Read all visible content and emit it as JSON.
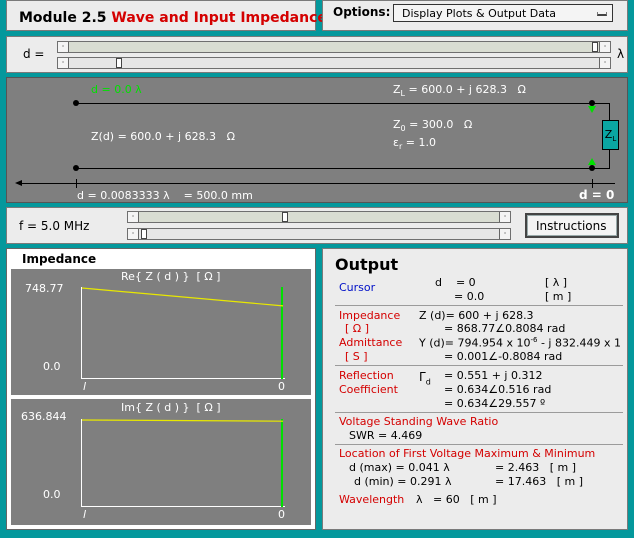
{
  "module": {
    "number": "Module 2.5",
    "title": "Wave and Input Impedance"
  },
  "options": {
    "label": "Options:",
    "selected": "Display Plots & Output Data"
  },
  "d_slider": {
    "label": "d =",
    "unit": "λ"
  },
  "line": {
    "cursor_d": "d = 0.0 λ",
    "zl": "Z",
    "zl_sub": "L",
    "zl_value": " =  600.0 + j 628.3",
    "zl_ohm": "Ω",
    "zd": "Z(d) =  600.0 + j 628.3",
    "zd_ohm": "Ω",
    "z0": "Z",
    "z0_sub": "0",
    "z0_value": " =  300.0",
    "z0_ohm": "Ω",
    "er": "ε",
    "er_sub": "r",
    "er_value": " =  1.0",
    "d_bottom": "d = 0.0083333 λ    = 500.0 mm",
    "d_zero": "d = 0",
    "load_label": "Z",
    "load_sub": "L"
  },
  "f_slider": {
    "label": "f = 5.0 MHz"
  },
  "instructions": {
    "label": "Instructions"
  },
  "impedance": {
    "title": "Impedance",
    "re_title": "Re{ Z ( d ) }  [ Ω ]",
    "re_max": "748.77",
    "re_min": "0.0",
    "im_title": "Im{ Z ( d ) }  [ Ω ]",
    "im_max": "636.844",
    "im_min": "0.0",
    "x_left": "l",
    "x_right": "0"
  },
  "output": {
    "title": "Output",
    "cursor_label": "Cursor",
    "d_line1": "d    = 0",
    "d_unit1": "[ λ ]",
    "d_line2": "= 0.0",
    "d_unit2": "[ m ]",
    "impedance_label": "Impedance",
    "impedance_unit": "[ Ω ]",
    "admittance_label": "Admittance",
    "admittance_unit": "[ S ]",
    "z_line1": "Z (d)= 600 + j 628.3",
    "z_line2": "= 868.77∠0.8084 rad",
    "y_line1": "Y (d)= 794.954 x 10",
    "y_exp": "-6",
    "y_line1b": " - j 832.449 x 1",
    "y_line2": "= 0.001∠-0.8084 rad",
    "refl_label1": "Reflection",
    "refl_label2": "Coefficient",
    "gamma": "Γ",
    "gamma_sub": "d",
    "g_line1": "= 0.551 + j 0.312",
    "g_line2": "= 0.634∠0.516 rad",
    "g_line3": "= 0.634∠29.557 º",
    "vswr_label": "Voltage Standing Wave Ratio",
    "swr": "SWR = 4.469",
    "loc_label": "Location of First Voltage Maximum & Minimum",
    "dmax": "d (max) = 0.041 λ",
    "dmax_m": "= 2.463   [ m ]",
    "dmin": "d (min) = 0.291 λ",
    "dmin_m": "= 17.463   [ m ]",
    "wl_label": "Wavelength",
    "wl_value": "λ   = 60   [ m ]"
  },
  "colors": {
    "accent_red": "#d40000",
    "cursor_green": "#00e000",
    "trace_yellow": "#e8e800",
    "background": "#04989c"
  },
  "chart_data": [
    {
      "type": "line",
      "title": "Re{ Z ( d ) }  [ Ω ]",
      "x": [
        1,
        0
      ],
      "y": [
        748.77,
        600.0
      ],
      "ylim": [
        0,
        748.77
      ]
    },
    {
      "type": "line",
      "title": "Im{ Z ( d ) }  [ Ω ]",
      "x": [
        1,
        0
      ],
      "y": [
        636.844,
        628.3
      ],
      "ylim": [
        0,
        636.844
      ]
    }
  ]
}
